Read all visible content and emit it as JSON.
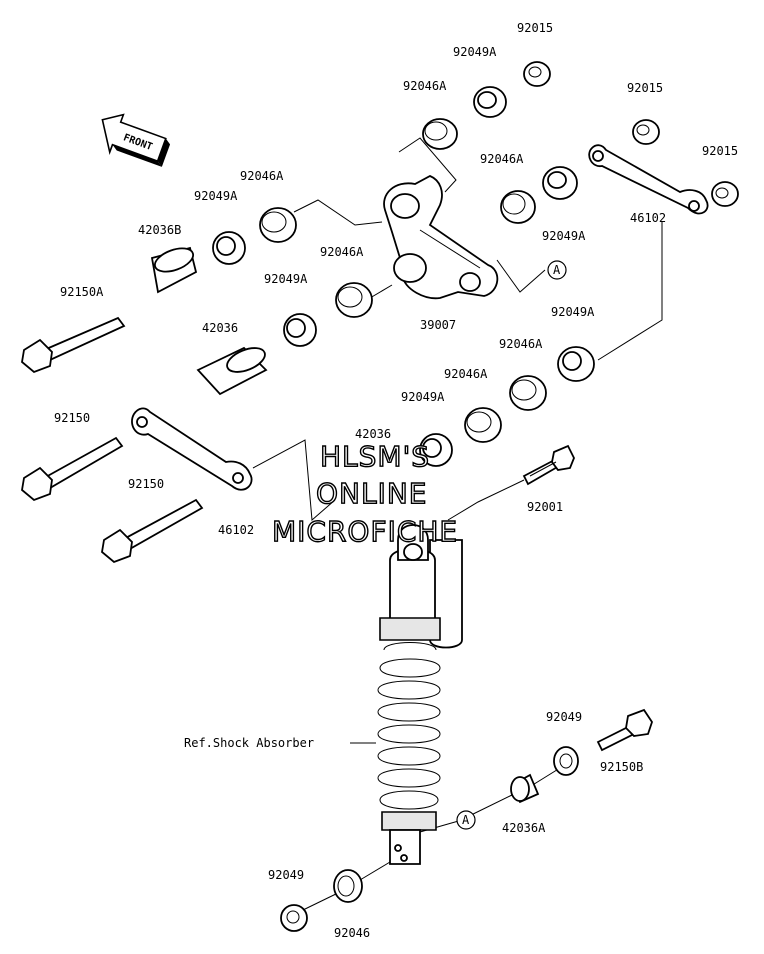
{
  "front_label": "FRONT",
  "watermark": {
    "line1": "HLSM'S",
    "line2": "ONLINE",
    "line3": "MICROFICHE"
  },
  "callout_a": "A",
  "labels": {
    "p92015_1": "92015",
    "p92049A_1": "92049A",
    "p92046A_1": "92046A",
    "p92015_2": "92015",
    "p92015_3": "92015",
    "p92046A_2": "92046A",
    "p92049A_2": "92049A",
    "p92046A_3": "92046A",
    "p92049A_3": "92049A",
    "p46102_1": "46102",
    "p42036B": "42036B",
    "p92046A_4": "92046A",
    "p92150A": "92150A",
    "p92049A_4": "92049A",
    "p42036_1": "42036",
    "p39007": "39007",
    "p92049A_5": "92049A",
    "p92046A_5": "92046A",
    "p92046A_6": "92046A",
    "p92049A_6": "92049A",
    "p42036_2": "42036",
    "p92150_1": "92150",
    "p92150_2": "92150",
    "p92001": "92001",
    "p46102_2": "46102",
    "ref_shock": "Ref.Shock Absorber",
    "p92049_1": "92049",
    "p92150B": "92150B",
    "p42036A": "42036A",
    "p92049_2": "92049",
    "p92046": "92046"
  }
}
